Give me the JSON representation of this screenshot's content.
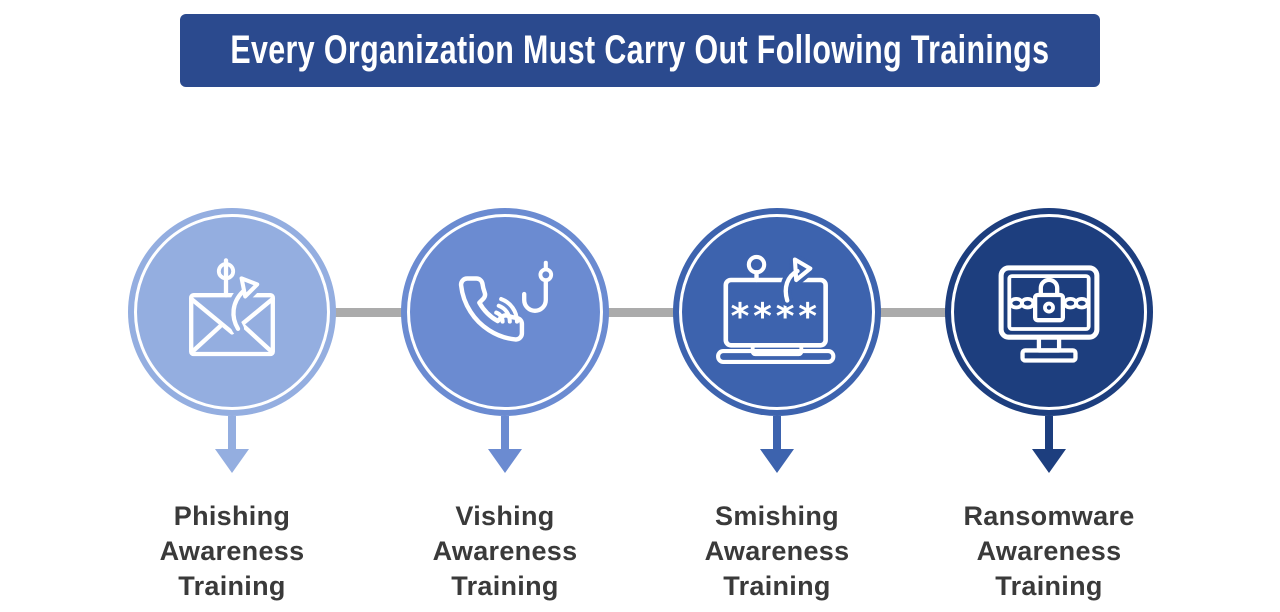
{
  "title": {
    "text": "Every Organization Must Carry Out Following Trainings",
    "bg_color": "#2B4A8E",
    "text_color": "#FFFFFF"
  },
  "connector": {
    "color": "#ABABAB"
  },
  "labels": {
    "color": "#3A3A3A"
  },
  "icons": {
    "stroke": "#FFFFFF"
  },
  "steps": [
    {
      "name": "phishing",
      "icon": "phishing-email-hook-icon",
      "circle_color": "#94AEE0",
      "lines": [
        "Phishing",
        "Awareness",
        "Training"
      ]
    },
    {
      "name": "vishing",
      "icon": "vishing-phone-hook-icon",
      "circle_color": "#6B8BD1",
      "lines": [
        "Vishing",
        "Awareness",
        "Training"
      ]
    },
    {
      "name": "smishing",
      "icon": "smishing-laptop-password-hook-icon",
      "circle_color": "#3D63AE",
      "password_mask": "****",
      "lines": [
        "Smishing",
        "Awareness",
        "Training"
      ]
    },
    {
      "name": "ransomware",
      "icon": "ransomware-locked-monitor-icon",
      "circle_color": "#1D3E7E",
      "lines": [
        "Ransomware",
        "Awareness",
        "Training"
      ]
    }
  ]
}
